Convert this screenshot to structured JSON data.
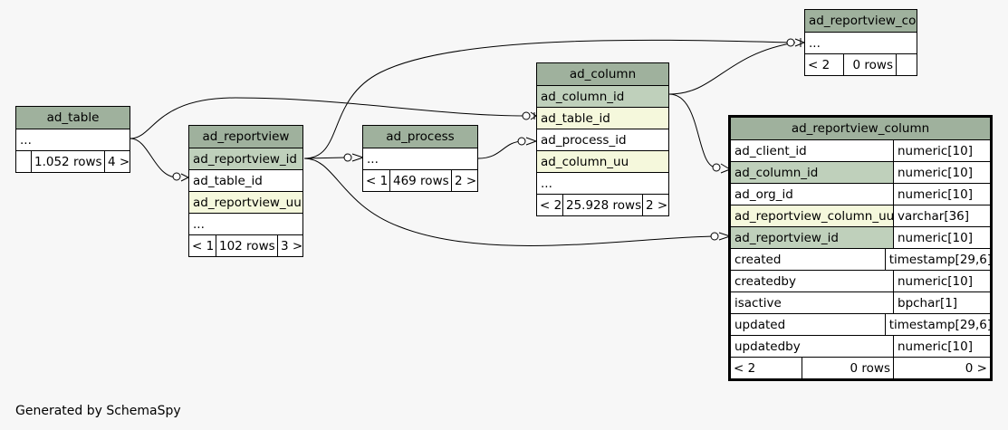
{
  "footer": "Generated by SchemaSpy",
  "tables": {
    "ad_table": {
      "title": "ad_table",
      "ellipsis": "...",
      "parents": "",
      "rows": "1.052 rows",
      "children": "4 >"
    },
    "ad_reportview": {
      "title": "ad_reportview",
      "cols": [
        "ad_reportview_id",
        "ad_table_id",
        "ad_reportview_uu"
      ],
      "ellipsis": "...",
      "parents": "< 1",
      "rows": "102 rows",
      "children": "3 >"
    },
    "ad_process": {
      "title": "ad_process",
      "ellipsis": "...",
      "parents": "< 1",
      "rows": "469 rows",
      "children": "2 >"
    },
    "ad_column": {
      "title": "ad_column",
      "cols": [
        "ad_column_id",
        "ad_table_id",
        "ad_process_id",
        "ad_column_uu"
      ],
      "ellipsis": "...",
      "parents": "< 2",
      "rows": "25.928 rows",
      "children": "2 >"
    },
    "ad_reportview_col": {
      "title": "ad_reportview_col",
      "ellipsis": "...",
      "parents": "< 2",
      "rows": "0 rows",
      "children": ""
    },
    "ad_reportview_column": {
      "title": "ad_reportview_column",
      "columns": [
        {
          "name": "ad_client_id",
          "type": "numeric[10]"
        },
        {
          "name": "ad_column_id",
          "type": "numeric[10]"
        },
        {
          "name": "ad_org_id",
          "type": "numeric[10]"
        },
        {
          "name": "ad_reportview_column_uu",
          "type": "varchar[36]"
        },
        {
          "name": "ad_reportview_id",
          "type": "numeric[10]"
        },
        {
          "name": "created",
          "type": "timestamp[29,6]"
        },
        {
          "name": "createdby",
          "type": "numeric[10]"
        },
        {
          "name": "isactive",
          "type": "bpchar[1]"
        },
        {
          "name": "updated",
          "type": "timestamp[29,6]"
        },
        {
          "name": "updatedby",
          "type": "numeric[10]"
        }
      ],
      "parents": "< 2",
      "rows": "0 rows",
      "children": "0 >"
    }
  },
  "colors": {
    "header": "#9fb19d",
    "primary_key": "#bfd0bb",
    "foreign_key": "#f5f8dc",
    "background": "#f7f7f7"
  }
}
